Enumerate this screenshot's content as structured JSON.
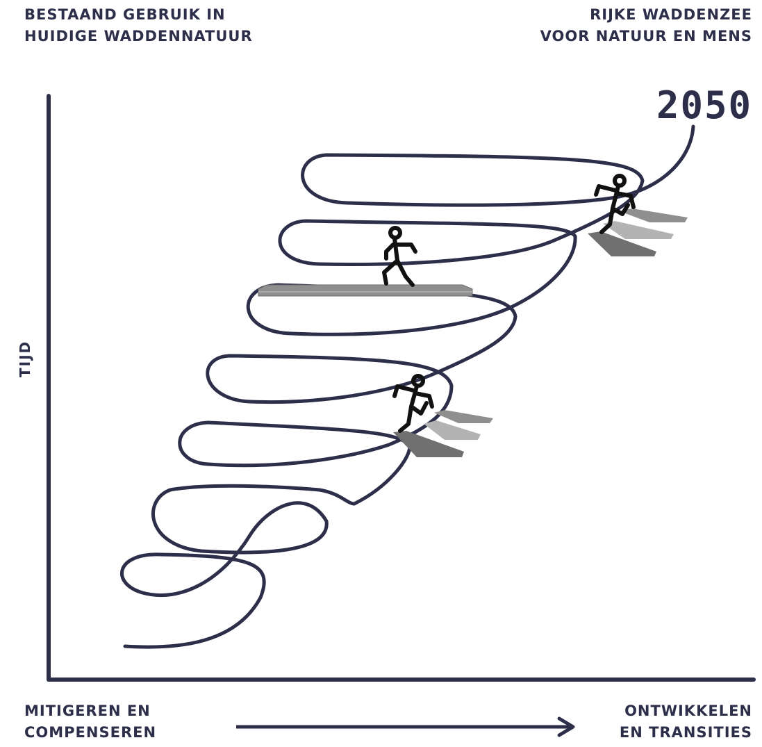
{
  "labels": {
    "top_left": [
      "BESTAAND GEBRUIK IN",
      "HUIDIGE WADDENNATUUR"
    ],
    "top_right": [
      "RIJKE WADDENZEE",
      "VOOR NATUUR EN MENS"
    ],
    "year": "2050",
    "y_axis": "TIJD",
    "bottom_left": [
      "MITIGEREN EN",
      "COMPENSEREN"
    ],
    "bottom_right": [
      "ONTWIKKELEN",
      "EN TRANSITIES"
    ]
  },
  "colors": {
    "line": "#2d2e4a",
    "step_dark": "#707070",
    "step_light": "#b3b3b3",
    "platform": "#8f8f8f",
    "figure": "#111111"
  }
}
